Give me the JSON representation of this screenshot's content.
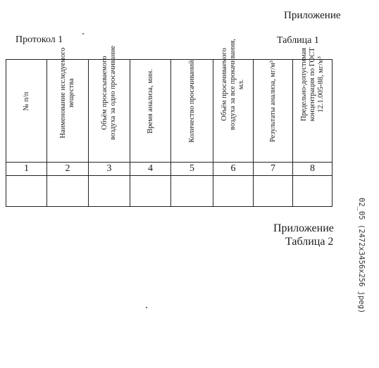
{
  "page": {
    "appendix_top": "Приложение",
    "protocol_title": "Протокол 1",
    "table1_label": "Таблица 1",
    "appendix_bottom": "Приложение",
    "table2_label": "Таблица 2",
    "side_note": "02_05 (2472x3456x256 jpeg)"
  },
  "table": {
    "headers": [
      "№ п/п",
      "Наименование исследуемого вещества",
      "Объём просасываемого воздуха за одно просачивание",
      "Время анализа, мин.",
      "Количество просачиваний",
      "Объём просачиваемого воздуха за все прокачивания, мл.",
      "Результаты анализа, мг/м³",
      "Предельно-допустимая концентрация по ГОСТ 12.1.005-88, мг/м³"
    ],
    "numbers": [
      "1",
      "2",
      "3",
      "4",
      "5",
      "6",
      "7",
      "8"
    ]
  }
}
